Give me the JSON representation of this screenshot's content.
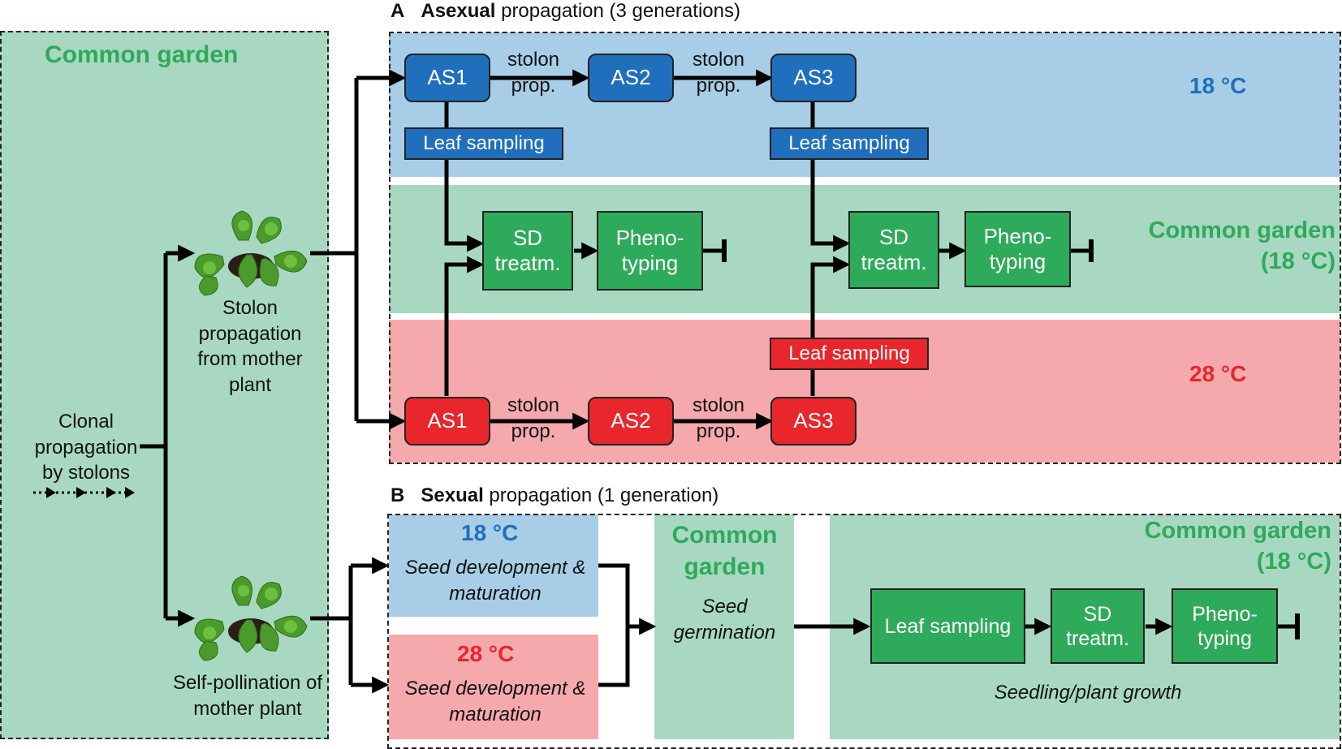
{
  "common_garden_title": "Common garden",
  "left": {
    "clonal_label": "Clonal propagation by stolons",
    "stolon_label": "Stolon propagation from mother plant",
    "selfpoll_label": "Self-pollination of mother plant"
  },
  "panel_a": {
    "letter": "A",
    "title_bold": "Asexual",
    "title_rest": "propagation (3 generations)",
    "temp_18": "18 °C",
    "temp_28": "28 °C",
    "garden_line1": "Common garden",
    "garden_line2": "(18 °C)",
    "as1": "AS1",
    "as2": "AS2",
    "as3": "AS3",
    "stolon_prop": "stolon prop.",
    "leaf_sampling": "Leaf sampling",
    "sd_treatment": "SD treatm.",
    "phenotyping": "Pheno-typing"
  },
  "panel_b": {
    "letter": "B",
    "title_bold": "Sexual",
    "title_rest": "propagation (1 generation)",
    "temp_18": "18 °C",
    "temp_28": "28 °C",
    "seed_dev": "Seed development & maturation",
    "garden_mid": "Common garden",
    "seed_germ": "Seed germination",
    "garden_right_line1": "Common garden",
    "garden_right_line2": "(18 °C)",
    "leaf_sampling": "Leaf sampling",
    "sd_treatment": "SD treatm.",
    "phenotyping": "Pheno-typing",
    "growth": "Seedling/plant growth"
  },
  "colors": {
    "blue": "#1f6fbd",
    "red": "#e8262b",
    "green": "#2eaa5b",
    "bg_green": "#a8d8c2",
    "bg_blue": "#a8cde6",
    "bg_red": "#f5a9ad"
  },
  "icons": [
    "strawberry-plant-icon",
    "dotted-arrow-icon"
  ]
}
